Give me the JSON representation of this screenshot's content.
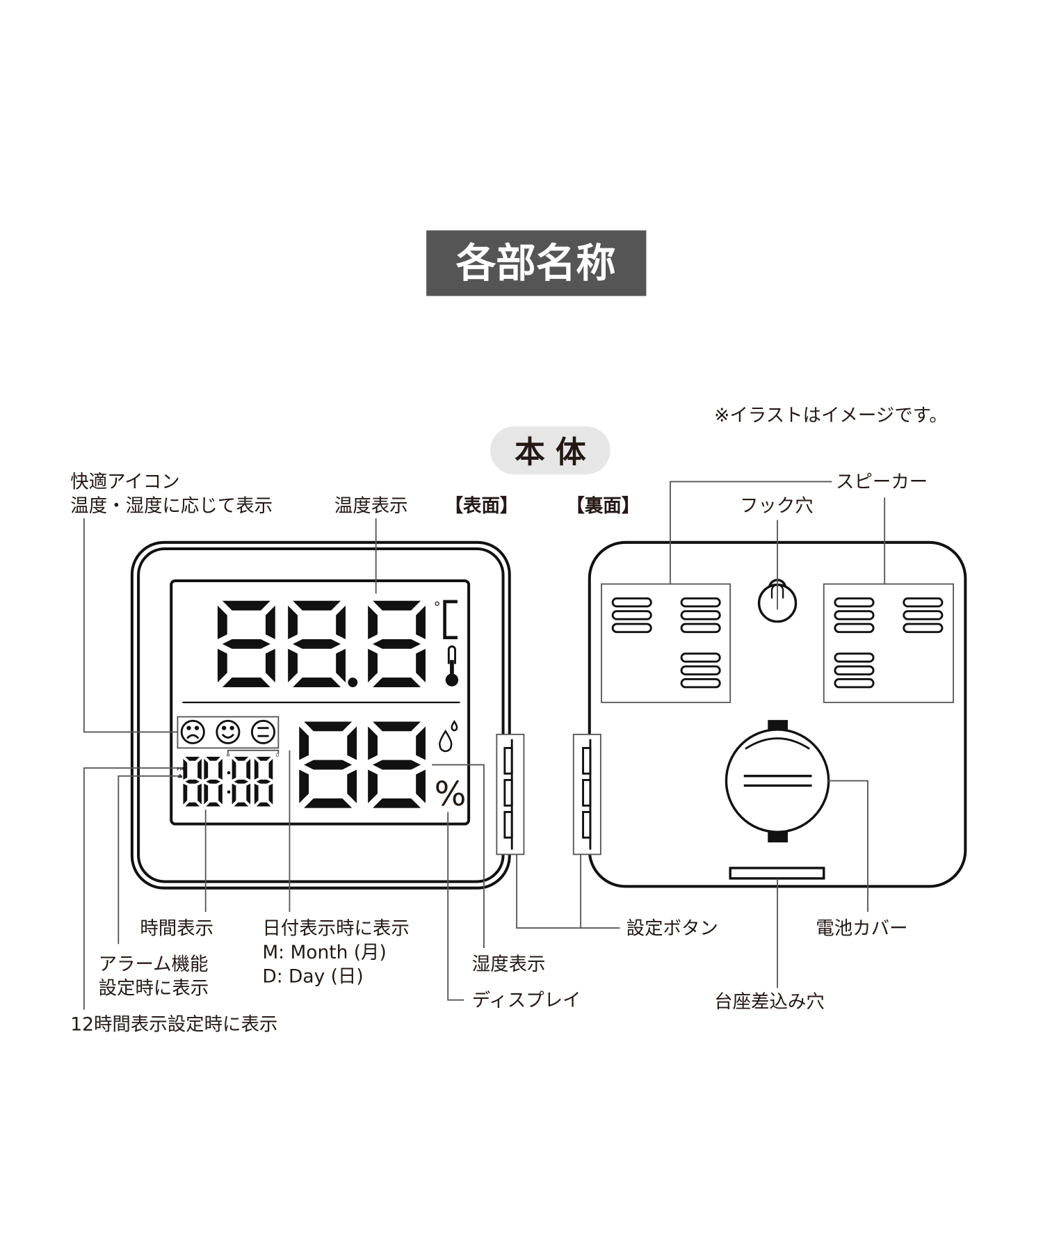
{
  "title": "各部名称",
  "note": "※イラストはイメージです。",
  "section_badge": "本 体",
  "views": {
    "front": "【表面】",
    "back": "【裏面】"
  },
  "labels": {
    "comfort_icon_line1": "快適アイコン",
    "comfort_icon_line2": "温度・湿度に応じて表示",
    "temperature_display": "温度表示",
    "hook_hole": "フック穴",
    "speaker": "スピーカー",
    "time_display": "時間表示",
    "date_line1": "日付表示時に表示",
    "date_line2": "M: Month (月)",
    "date_line3": "D: Day (日)",
    "alarm_line1": "アラーム機能",
    "alarm_line2": "設定時に表示",
    "twelve_hour": "12時間表示設定時に表示",
    "humidity_display": "湿度表示",
    "display": "ディスプレイ",
    "setting_buttons": "設定ボタン",
    "battery_cover": "電池カバー",
    "stand_slot": "台座差込み穴"
  },
  "lcd": {
    "temp_unit": "°",
    "humidity_unit": "%",
    "pm": "PM",
    "month_marker": "M",
    "day_marker": "D"
  },
  "colors": {
    "title_bg": "#555555",
    "badge_bg": "#e6e6e6",
    "ink": "#111111"
  }
}
